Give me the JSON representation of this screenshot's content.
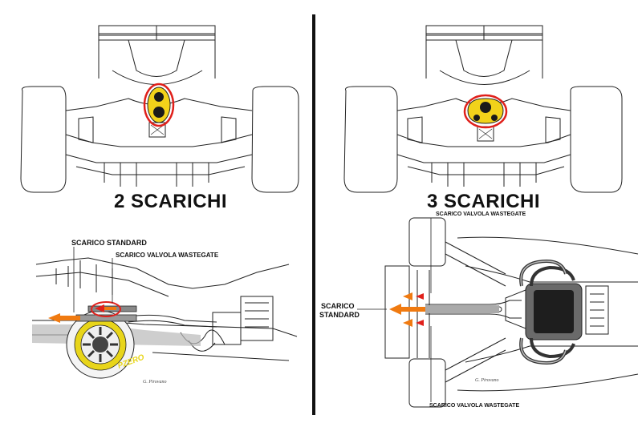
{
  "left": {
    "heading": "2 SCARICHI",
    "callout_standard": "SCARICO STANDARD",
    "callout_wastegate": "SCARICO VALVOLA WASTEGATE",
    "signature": "G. Pirovano",
    "tyre_text": "PZERO"
  },
  "right": {
    "heading": "3 SCARICHI",
    "callout_wastegate_top": "SCARICO VALVOLA WASTEGATE",
    "callout_standard_line1": "SCARICO",
    "callout_standard_line2": "STANDARD",
    "callout_wastegate_bottom": "SCARICO VALVOLA WASTEGATE",
    "signature": "G. Pirovano"
  },
  "colors": {
    "highlight_ring": "#e0201b",
    "exhaust_yellow": "#f2d21a",
    "flow_arrow": "#f07a10",
    "pirelli_yellow": "#e8d51a",
    "line": "#222222"
  }
}
